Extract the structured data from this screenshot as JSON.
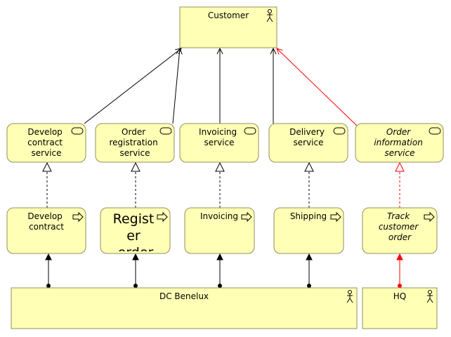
{
  "diagram": {
    "actors": {
      "customer": "Customer",
      "dc_benelux": "DC Benelux",
      "hq": "HQ"
    },
    "services": {
      "develop_contract": [
        "Develop",
        "contract",
        "service"
      ],
      "order_registration": [
        "Order",
        "registration",
        "service"
      ],
      "invoicing": [
        "Invoicing",
        "service"
      ],
      "delivery": [
        "Delivery",
        "service"
      ],
      "order_information": [
        "Order",
        "information",
        "service"
      ]
    },
    "processes": {
      "develop_contract": [
        "Develop",
        "contract"
      ],
      "register_order": [
        "Regist",
        "er",
        "order"
      ],
      "invoicing": [
        "Invoicing"
      ],
      "shipping": [
        "Shipping"
      ],
      "track_customer_order": [
        "Track",
        "customer",
        "order"
      ]
    },
    "colors": {
      "element_fill": "#ffffb5",
      "element_border": "#909060",
      "highlight": "#ff0000",
      "line": "#000000"
    },
    "icons": {
      "actor": "actor-icon",
      "service": "service-icon",
      "process": "process-arrow-icon"
    }
  }
}
